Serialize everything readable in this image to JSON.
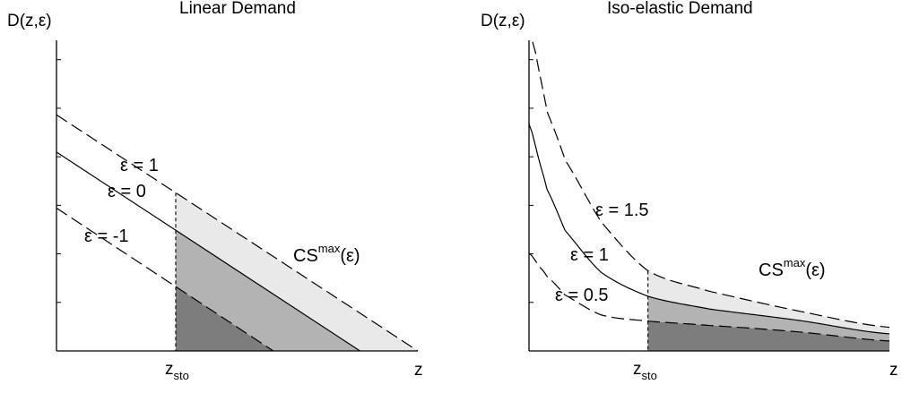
{
  "chart_data": [
    {
      "type": "area",
      "title": "Linear Demand",
      "ylabel": "D(z,ε)",
      "xlabel": "z",
      "x_tick_label": {
        "main": "z",
        "sub": "sto"
      },
      "annotation": {
        "main": "CS",
        "sup": "max",
        "tail": "(ε)"
      },
      "series": [
        {
          "name": "ε = 1",
          "style": "dashed",
          "x": [
            0,
            1
          ],
          "y": [
            0.76,
            0
          ]
        },
        {
          "name": "ε = 0",
          "style": "solid",
          "x": [
            0,
            0.84
          ],
          "y": [
            0.64,
            0
          ]
        },
        {
          "name": "ε = -1",
          "style": "dashed",
          "x": [
            0,
            0.6
          ],
          "y": [
            0.46,
            0
          ]
        }
      ],
      "z_sto": 0.33,
      "shading": [
        "#e9e9e9",
        "#b3b3b3",
        "#7d7d7d"
      ]
    },
    {
      "type": "area",
      "title": "Iso-elastic Demand",
      "ylabel": "D(z,ε)",
      "xlabel": "z",
      "x_tick_label": {
        "main": "z",
        "sub": "sto"
      },
      "annotation": {
        "main": "CS",
        "sup": "max",
        "tail": "(ε)"
      },
      "series": [
        {
          "name": "ε = 1.5",
          "style": "dashed",
          "x": [
            0.01,
            0.03,
            0.05,
            0.1,
            0.2,
            0.33,
            0.5,
            0.75,
            1.0
          ],
          "y": [
            0.995,
            0.889,
            0.77,
            0.615,
            0.416,
            0.258,
            0.192,
            0.128,
            0.076
          ]
        },
        {
          "name": "ε = 1",
          "style": "solid",
          "x": [
            0.0,
            0.03,
            0.05,
            0.1,
            0.2,
            0.33,
            0.5,
            0.75,
            1.0
          ],
          "y": [
            0.73,
            0.607,
            0.52,
            0.388,
            0.253,
            0.176,
            0.135,
            0.098,
            0.055
          ]
        },
        {
          "name": "ε = 0.5",
          "style": "dashed",
          "x": [
            0.0,
            0.03,
            0.05,
            0.1,
            0.2,
            0.33,
            0.5,
            0.75,
            1.0
          ],
          "y": [
            0.315,
            0.271,
            0.24,
            0.18,
            0.116,
            0.096,
            0.082,
            0.061,
            0.032
          ]
        }
      ],
      "z_sto": 0.33,
      "shading": [
        "#e9e9e9",
        "#b3b3b3",
        "#7d7d7d"
      ]
    }
  ],
  "labels": {
    "left": {
      "title": "Linear Demand",
      "ylabel": "D(z,ε)",
      "xlabel": "z",
      "e1": "ε = 1",
      "e0": "ε = 0",
      "em1": "ε = -1",
      "cs_main": "CS",
      "cs_sup": "max",
      "cs_tail": "(ε)",
      "zsto_main": "z",
      "zsto_sub": "sto"
    },
    "right": {
      "title": "Iso-elastic Demand",
      "ylabel": "D(z,ε)",
      "xlabel": "z",
      "e15": "ε = 1.5",
      "e1": "ε = 1",
      "e05": "ε = 0.5",
      "cs_main": "CS",
      "cs_sup": "max",
      "cs_tail": "(ε)",
      "zsto_main": "z",
      "zsto_sub": "sto"
    }
  }
}
